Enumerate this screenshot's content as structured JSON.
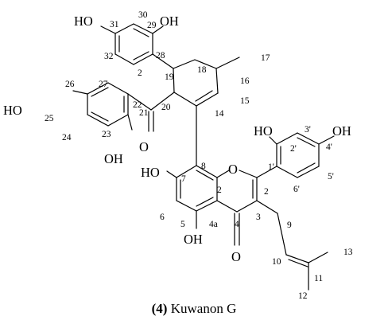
{
  "caption": {
    "number": "(4)",
    "name": "Kuwanon G"
  },
  "groups": {
    "oh_30_left": "HO",
    "oh_29": "OH",
    "oh_25": "HO",
    "oh_23": "OH",
    "oh_7": "HO",
    "oh_5": "OH",
    "oh_2p": "HO",
    "oh_4p": "OH",
    "o_21": "O",
    "o_4": "O",
    "o_ring": "O"
  },
  "atom_numbers": {
    "n31": "31",
    "n30": "30",
    "n29": "29",
    "n28": "28",
    "n32": "32",
    "n2": "2",
    "n17": "17",
    "n18": "18",
    "n19": "19",
    "n16": "16",
    "n15": "15",
    "n14": "14",
    "n20": "20",
    "n21": "21",
    "n22": "22",
    "n26": "26",
    "n27": "27",
    "n25": "25",
    "n23": "23",
    "n24": "24",
    "n8": "8",
    "n7": "7",
    "n2b": "2",
    "n2c": "2",
    "n6": "6",
    "n5": "5",
    "n4a": "4a",
    "n4": "4",
    "n3": "3",
    "n9": "9",
    "n10": "10",
    "n11": "11",
    "n12": "12",
    "n13": "13",
    "n2p": "2'",
    "n3p": "3'",
    "n4p": "4'",
    "n1p": "1'",
    "n5p": "5'",
    "n6p": "6'"
  },
  "colors": {
    "ink": "#000000",
    "background": "#ffffff"
  }
}
